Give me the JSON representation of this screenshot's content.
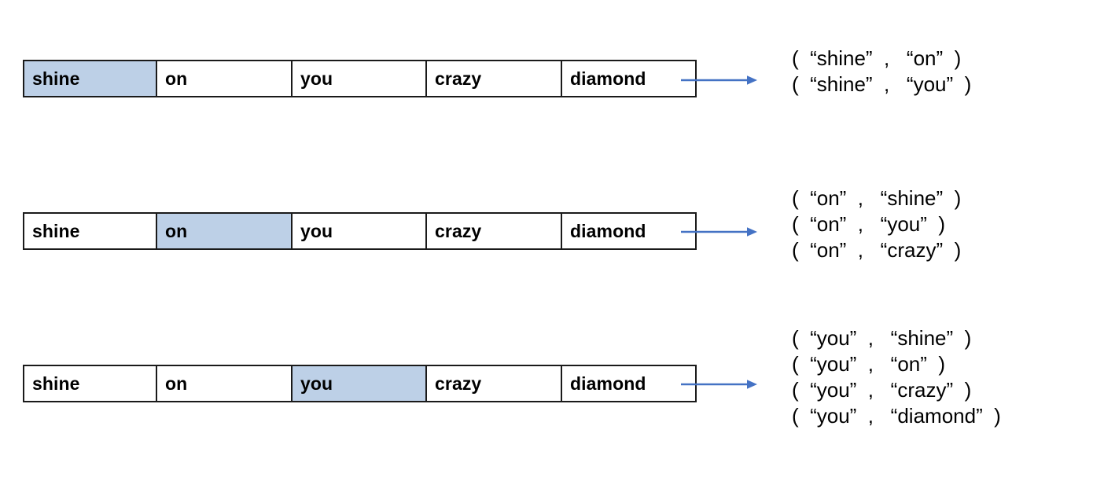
{
  "figure": {
    "kind": "skip-gram-training-pairs-diagram",
    "sentence": [
      "shine",
      "on",
      "you",
      "crazy",
      "diamond"
    ],
    "highlight_color": "#bdd0e7",
    "border_color": "#1a1a1a",
    "arrow_color": "#4472c4",
    "text_color": "#000000",
    "background_color": "#ffffff"
  },
  "groups": [
    {
      "id": "group-0",
      "center_word": "shine",
      "highlight_index": 0,
      "cells": [
        {
          "text": "shine",
          "highlighted": true
        },
        {
          "text": "on",
          "highlighted": false
        },
        {
          "text": "you",
          "highlighted": false
        },
        {
          "text": "crazy",
          "highlighted": false
        },
        {
          "text": "diamond",
          "highlighted": false
        }
      ],
      "arrow": {
        "name": "arrow-right-icon",
        "direction": "right"
      },
      "pairs": [
        "(  “shine”  ,   “on”  )",
        "(  “shine”  ,   “you”  )"
      ]
    },
    {
      "id": "group-1",
      "center_word": "on",
      "highlight_index": 1,
      "cells": [
        {
          "text": "shine",
          "highlighted": false
        },
        {
          "text": "on",
          "highlighted": true
        },
        {
          "text": "you",
          "highlighted": false
        },
        {
          "text": "crazy",
          "highlighted": false
        },
        {
          "text": "diamond",
          "highlighted": false
        }
      ],
      "arrow": {
        "name": "arrow-right-icon",
        "direction": "right"
      },
      "pairs": [
        "(  “on”  ,   “shine”  )",
        "(  “on”  ,   “you”  )",
        "(  “on”  ,   “crazy”  )"
      ]
    },
    {
      "id": "group-2",
      "center_word": "you",
      "highlight_index": 2,
      "cells": [
        {
          "text": "shine",
          "highlighted": false
        },
        {
          "text": "on",
          "highlighted": false
        },
        {
          "text": "you",
          "highlighted": true
        },
        {
          "text": "crazy",
          "highlighted": false
        },
        {
          "text": "diamond",
          "highlighted": false
        }
      ],
      "arrow": {
        "name": "arrow-right-icon",
        "direction": "right"
      },
      "pairs": [
        "(  “you”  ,   “shine”  )",
        "(  “you”  ,   “on”  )",
        "(  “you”  ,   “crazy”  )",
        "(  “you”  ,   “diamond”  )"
      ]
    }
  ]
}
